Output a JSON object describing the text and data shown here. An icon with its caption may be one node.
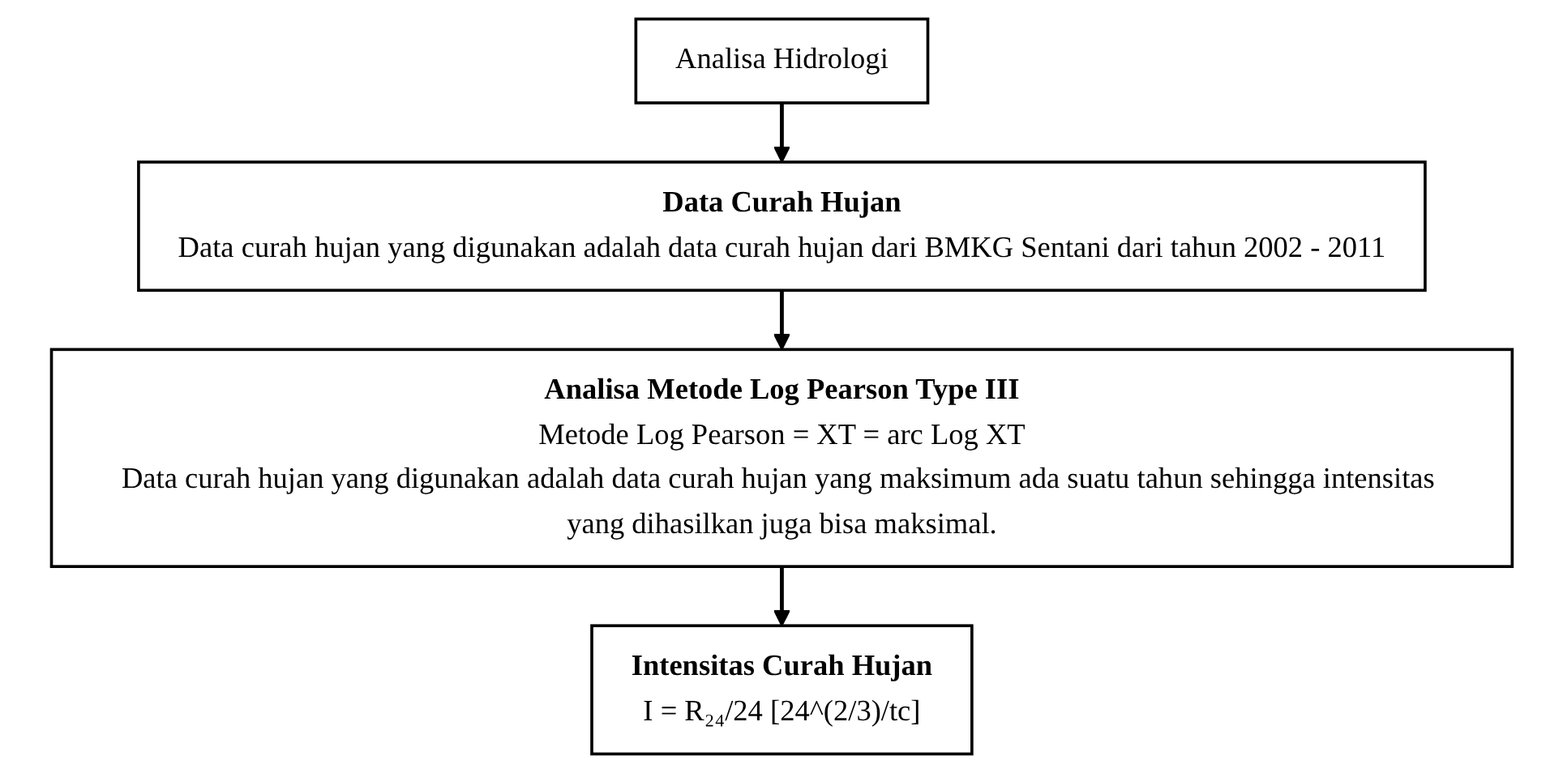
{
  "diagram": {
    "nodes": [
      {
        "text": [
          "Analisa Hidrologi"
        ]
      },
      {
        "text": [
          "Data Curah Hujan",
          "Data curah hujan yang digunakan adalah data curah hujan dari BMKG Sentani dari tahun 2002 - 2011"
        ]
      },
      {
        "text": [
          "Analisa Metode Log Pearson Type III",
          "Metode Log Pearson = XT = arc Log XT",
          "Data curah hujan yang digunakan adalah data curah hujan yang maksimum ada suatu tahun sehingga intensitas yang dihasilkan juga bisa maksimal."
        ]
      },
      {
        "text": [
          "Intensitas Curah Hujan",
          "I = R₂₄/24 [24^(2/3)/tc]"
        ]
      }
    ],
    "edges": [
      {
        "from": 0,
        "to": 1,
        "arrow": "to"
      },
      {
        "from": 1,
        "to": 2,
        "arrow": "to"
      },
      {
        "from": 2,
        "to": 3,
        "arrow": "to"
      }
    ]
  }
}
